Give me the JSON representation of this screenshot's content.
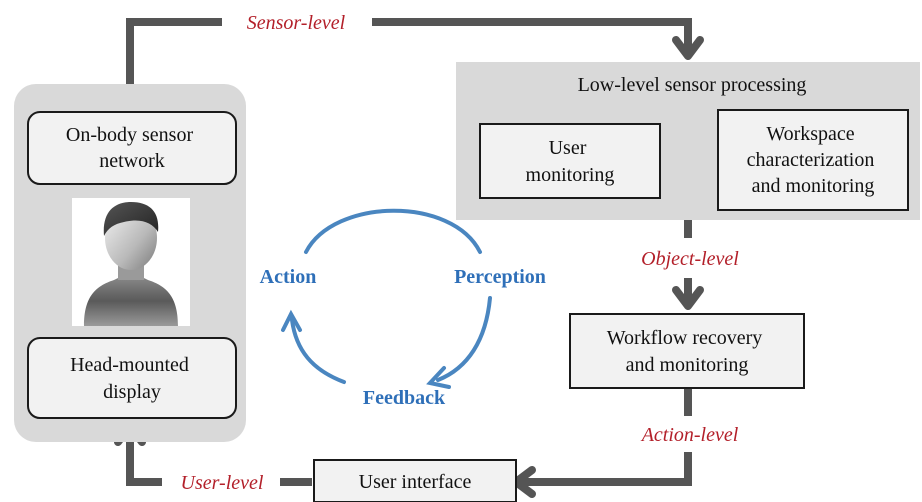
{
  "panels": {
    "wearable": {},
    "sensor_processing": {
      "title": "Low-level sensor processing"
    }
  },
  "boxes": {
    "on_body": [
      "On-body sensor",
      "network"
    ],
    "head_mounted": [
      "Head-mounted",
      "display"
    ],
    "user_monitoring": [
      "User",
      "monitoring"
    ],
    "workspace": [
      "Workspace",
      "characterization",
      "and monitoring"
    ],
    "workflow": [
      "Workflow recovery",
      "and monitoring"
    ],
    "user_interface": [
      "User interface"
    ]
  },
  "levels": {
    "sensor": "Sensor-level",
    "object": "Object-level",
    "action": "Action-level",
    "user": "User-level"
  },
  "cycle": {
    "action": "Action",
    "perception": "Perception",
    "feedback": "Feedback"
  },
  "colors": {
    "level_text": "#b3202a",
    "cycle": "#4a86c0",
    "cycle_text": "#2e6fb8",
    "connector": "#555555",
    "panel": "#d9d9d9",
    "box": "#f2f2f2"
  },
  "icons": {
    "person": "user-avatar-icon"
  }
}
